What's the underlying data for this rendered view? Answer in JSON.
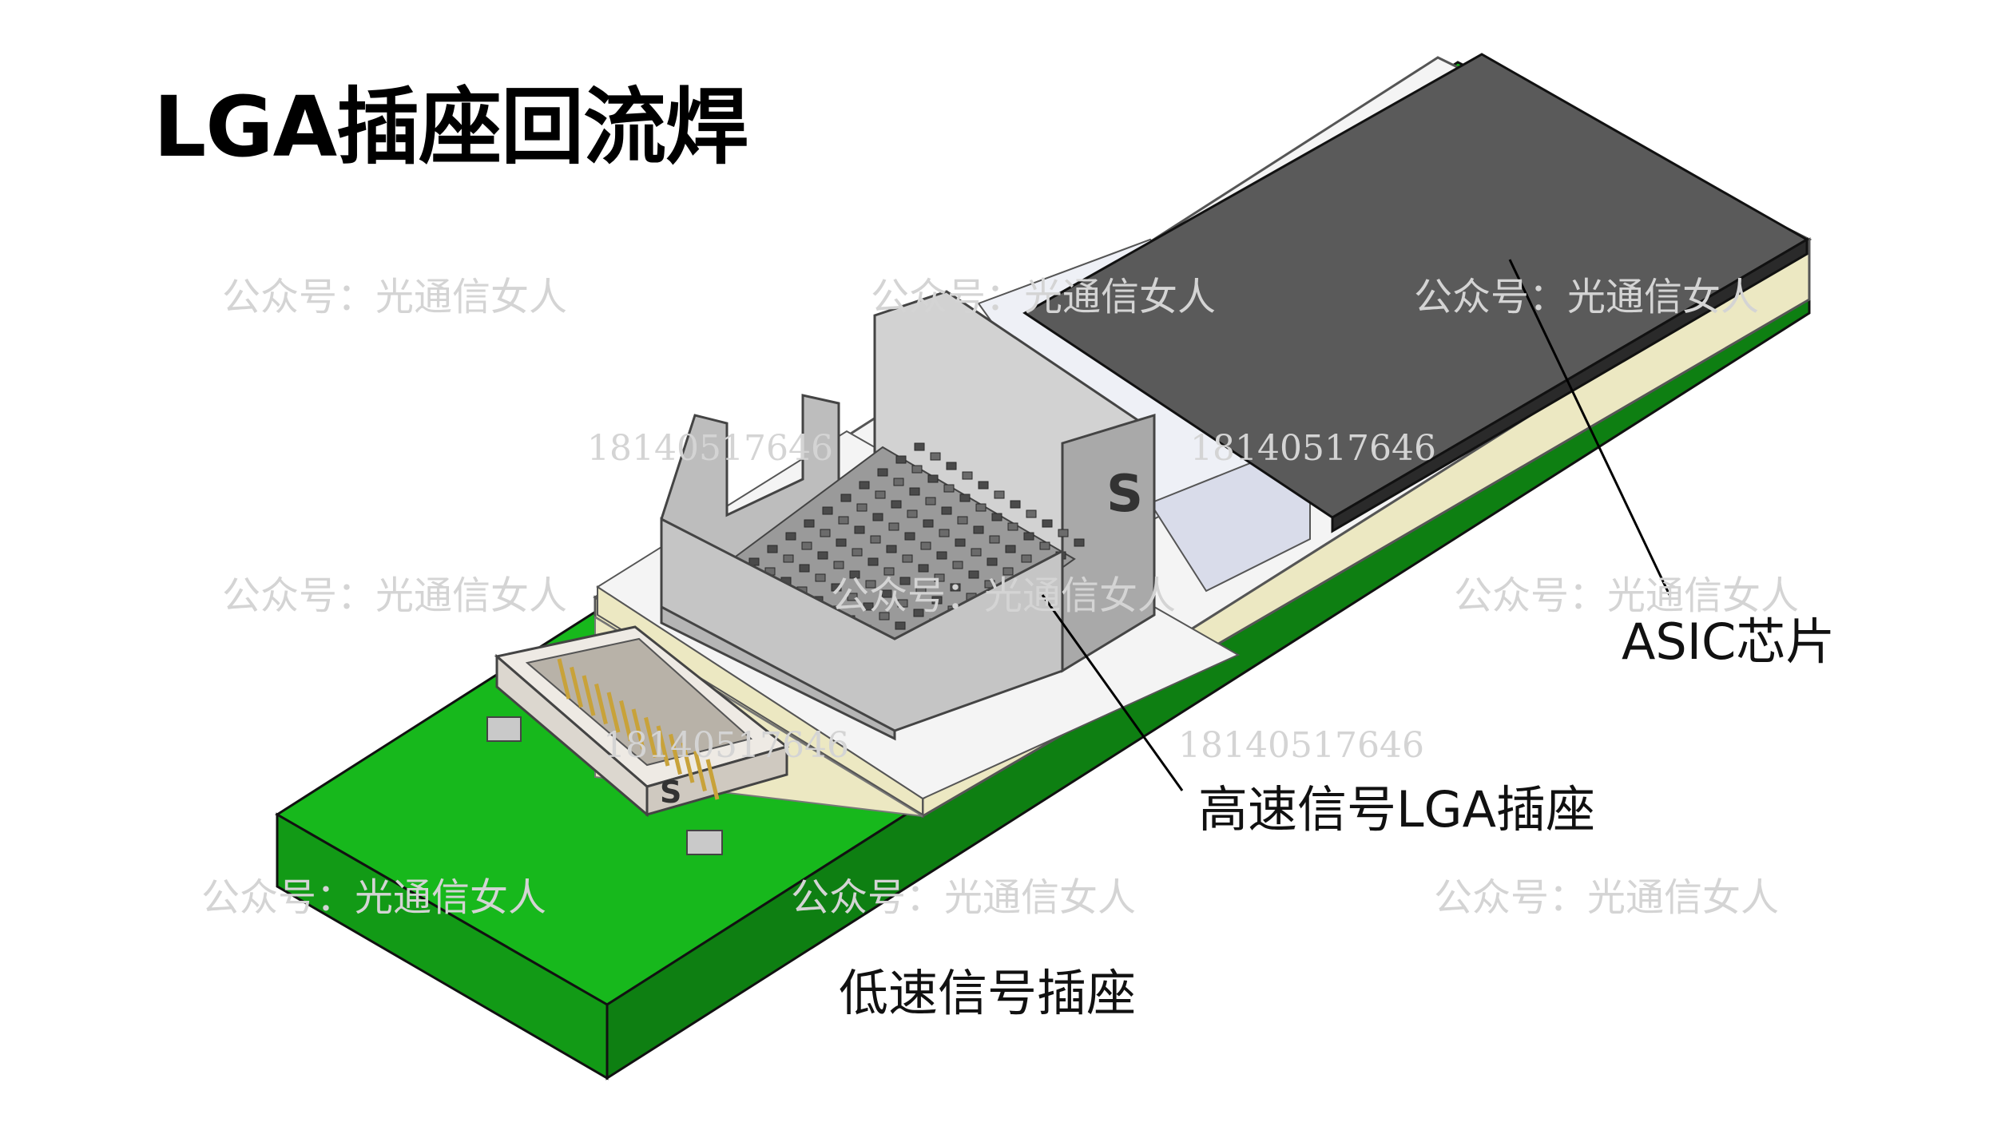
{
  "title": "LGA插座回流焊",
  "labels": {
    "asic": "ASIC芯片",
    "hs_socket": "高速信号LGA插座",
    "ls_socket": "低速信号插座"
  },
  "connector_mark": "S",
  "watermarks": {
    "account": "公众号：光通信女人",
    "phone": "18140517646"
  },
  "colors": {
    "pcb_top": "#17b81c",
    "pcb_front": "#129a16",
    "pcb_side": "#0e7f12",
    "interposer_top": "#f4f4f4",
    "interposer_cream": "#ece8c2",
    "chip_top": "#5a5a5a",
    "chip_side": "#2a2a2a",
    "socket_gray": "#a9a9a9",
    "socket_light": "#d2d2d2",
    "connector_body": "#e6e2dc",
    "pin_gold": "#c8a23a"
  }
}
